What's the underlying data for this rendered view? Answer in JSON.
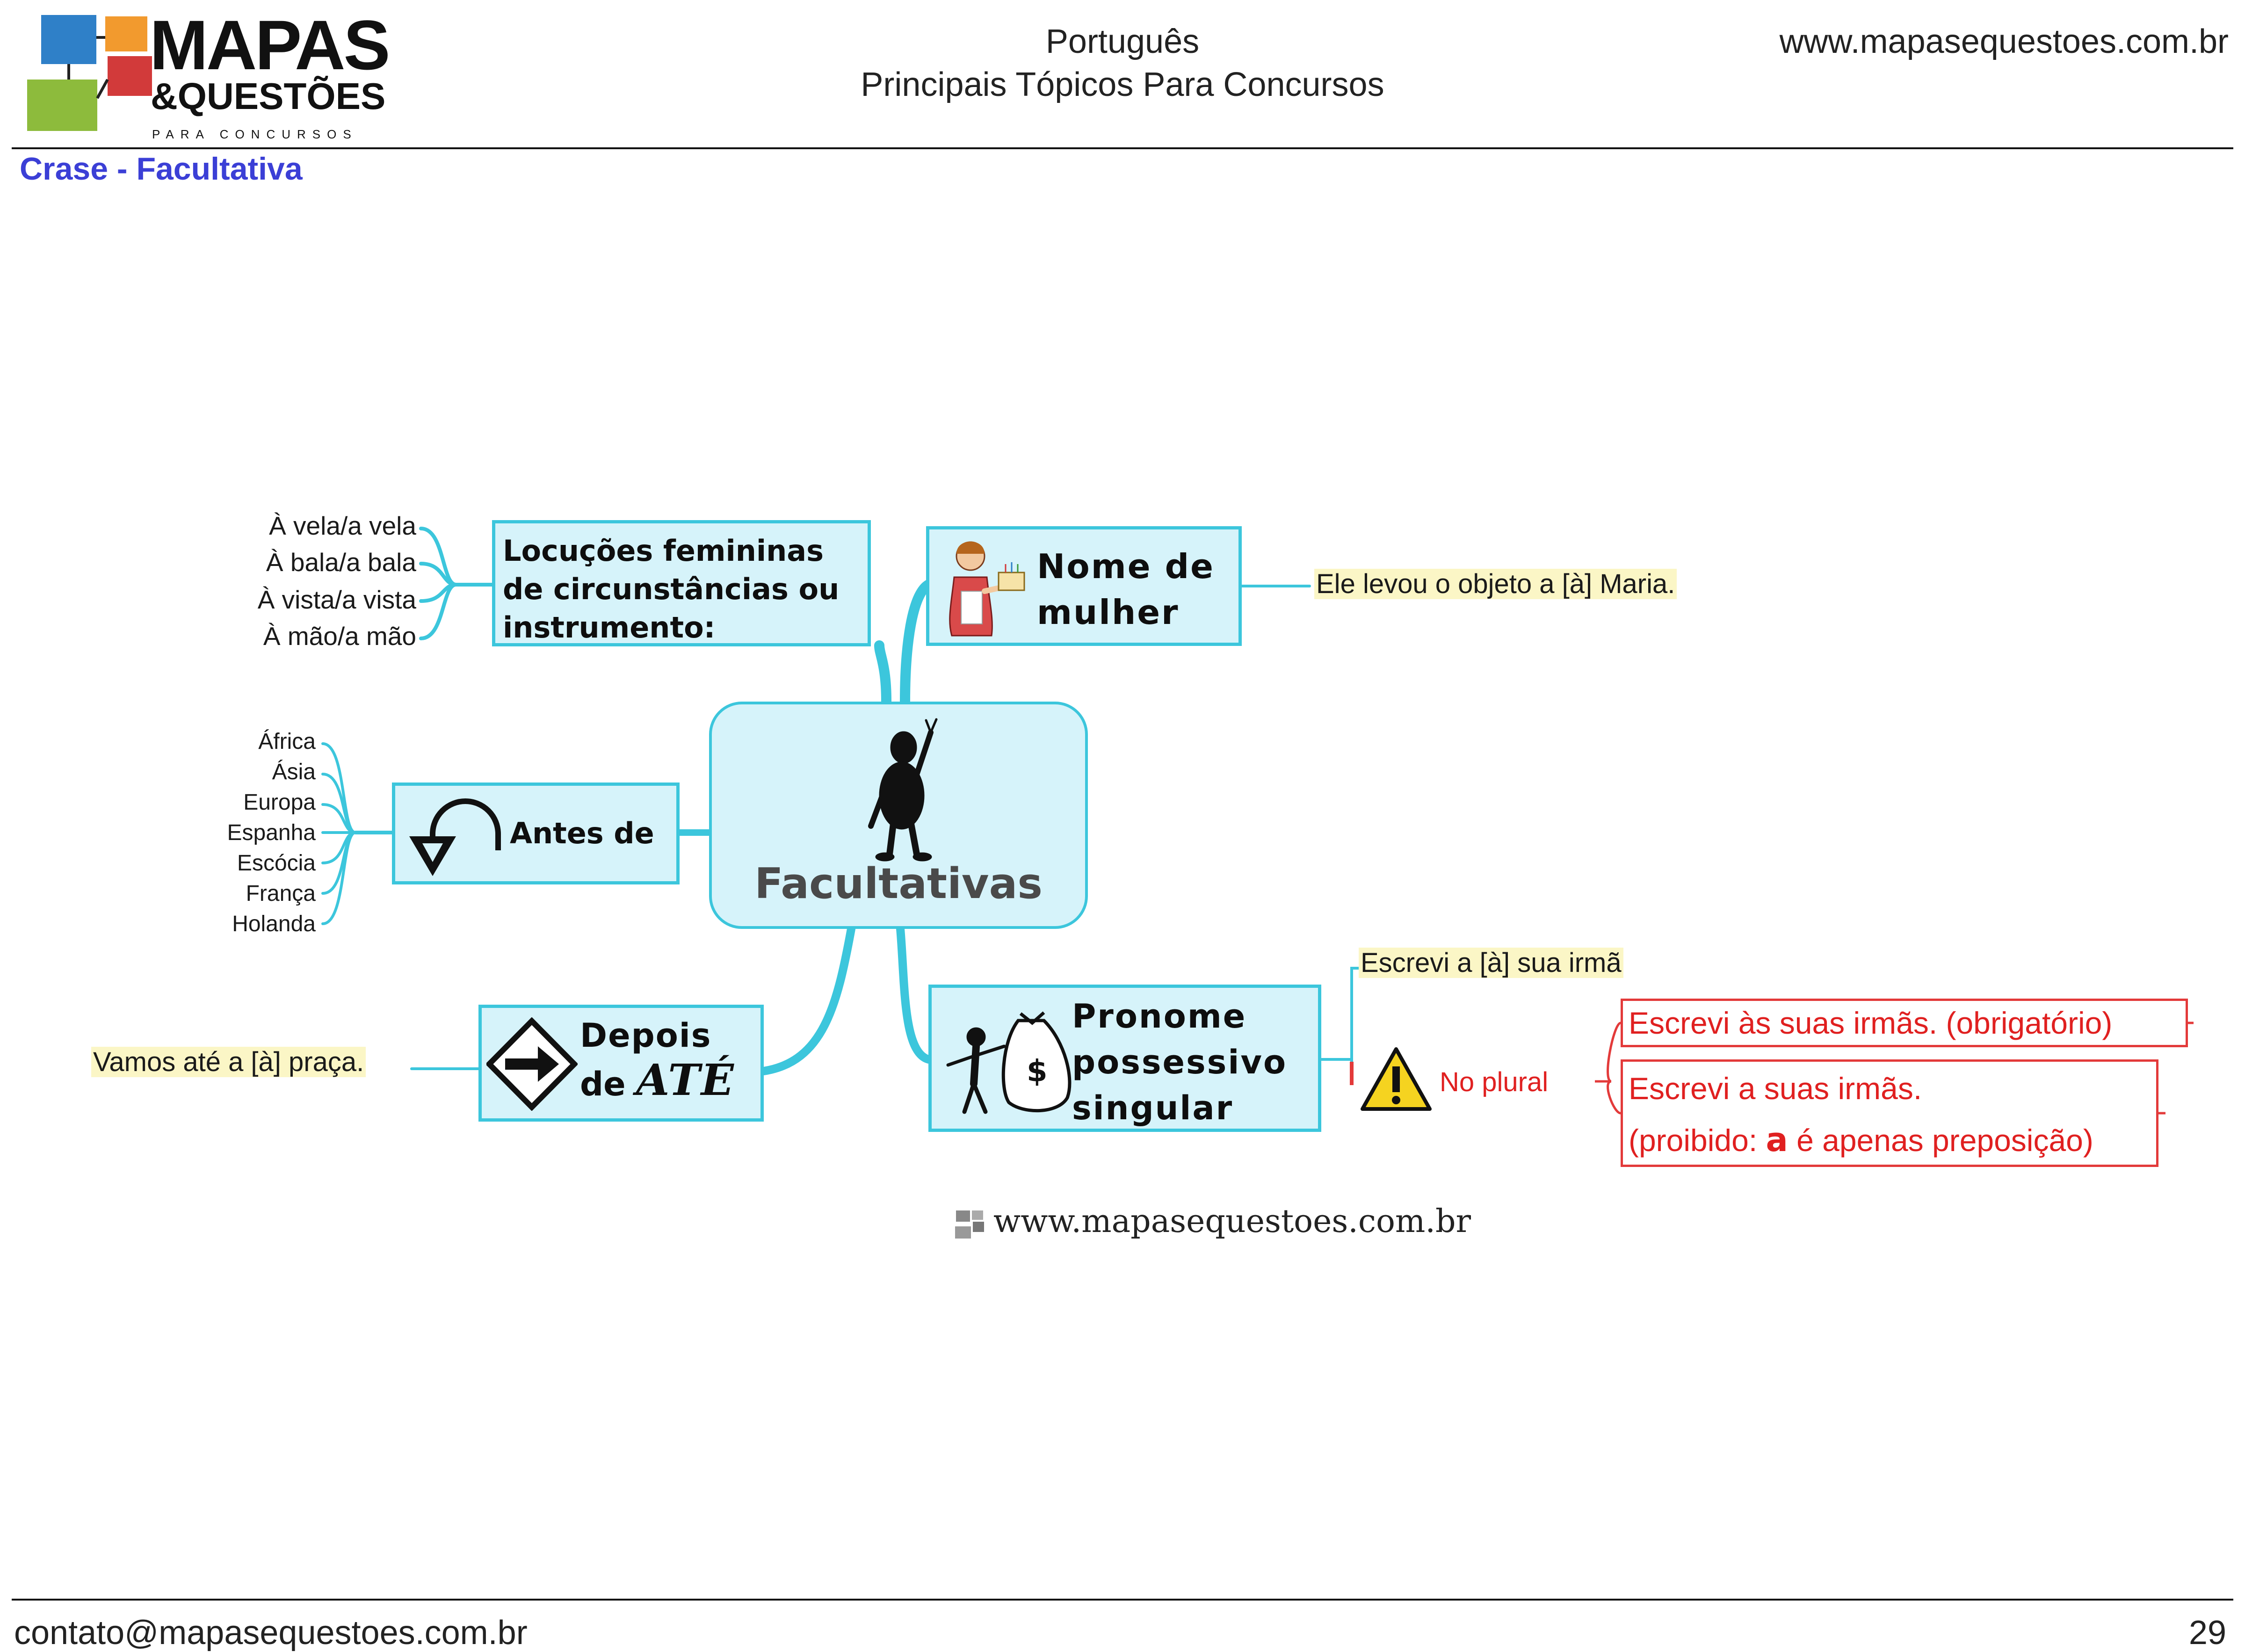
{
  "header": {
    "logo_main": "MAPAS",
    "logo_sub": "&QUESTÕES",
    "logo_tagline": "PARA CONCURSOS",
    "subject": "Português",
    "subtitle": "Principais Tópicos Para Concursos",
    "url": "www.mapasequestoes.com.br"
  },
  "section_title": "Crase - Facultativa",
  "mindmap": {
    "center": {
      "label": "Facultativas",
      "icon": "waving-person-icon"
    },
    "locucoes": {
      "lines": [
        "Locuções femininas",
        "de circunstâncias ou",
        "instrumento:"
      ],
      "examples": [
        "À vela/a vela",
        "À bala/a bala",
        "À vista/a vista",
        "À mão/a mão"
      ]
    },
    "mulher": {
      "lines": [
        "Nome de",
        "mulher"
      ],
      "icon": "woman-with-cake-icon",
      "example": "Ele levou o objeto a [à] Maria."
    },
    "antes": {
      "label": "Antes de",
      "icon": "u-turn-arrow-icon",
      "places": [
        "África",
        "Ásia",
        "Europa",
        "Espanha",
        "Escócia",
        "França",
        "Holanda"
      ]
    },
    "depois": {
      "line1": "Depois",
      "line2": "de",
      "ate": "ATÉ",
      "icon": "right-arrow-diamond-sign-icon",
      "example": "Vamos até a [à] praça."
    },
    "pronome": {
      "lines": [
        "Pronome",
        "possessivo",
        "singular"
      ],
      "icon": "person-with-money-bag-icon",
      "example_singular": "Escrevi a [à] sua irmã",
      "plural_label": "No plural",
      "plural_icon": "warning-icon",
      "plural_obligatory": "Escrevi às suas  irmãs. (obrigatório)",
      "plural_forbidden_line1": "Escrevi a suas irmãs.",
      "plural_forbidden_prefix": "(proibido:",
      "plural_forbidden_a": "a",
      "plural_forbidden_suffix": "é apenas preposição)"
    }
  },
  "watermark": "www.mapasequestoes.com.br",
  "footer": {
    "email": "contato@mapasequestoes.com.br",
    "page": "29"
  },
  "colors": {
    "node_fill": "#d6f3fa",
    "node_border": "#3cc6dc",
    "connector": "#3cc6dc",
    "warning_red": "#e02020",
    "section_title": "#3b3fd6",
    "highlight": "#fbf6c6"
  }
}
